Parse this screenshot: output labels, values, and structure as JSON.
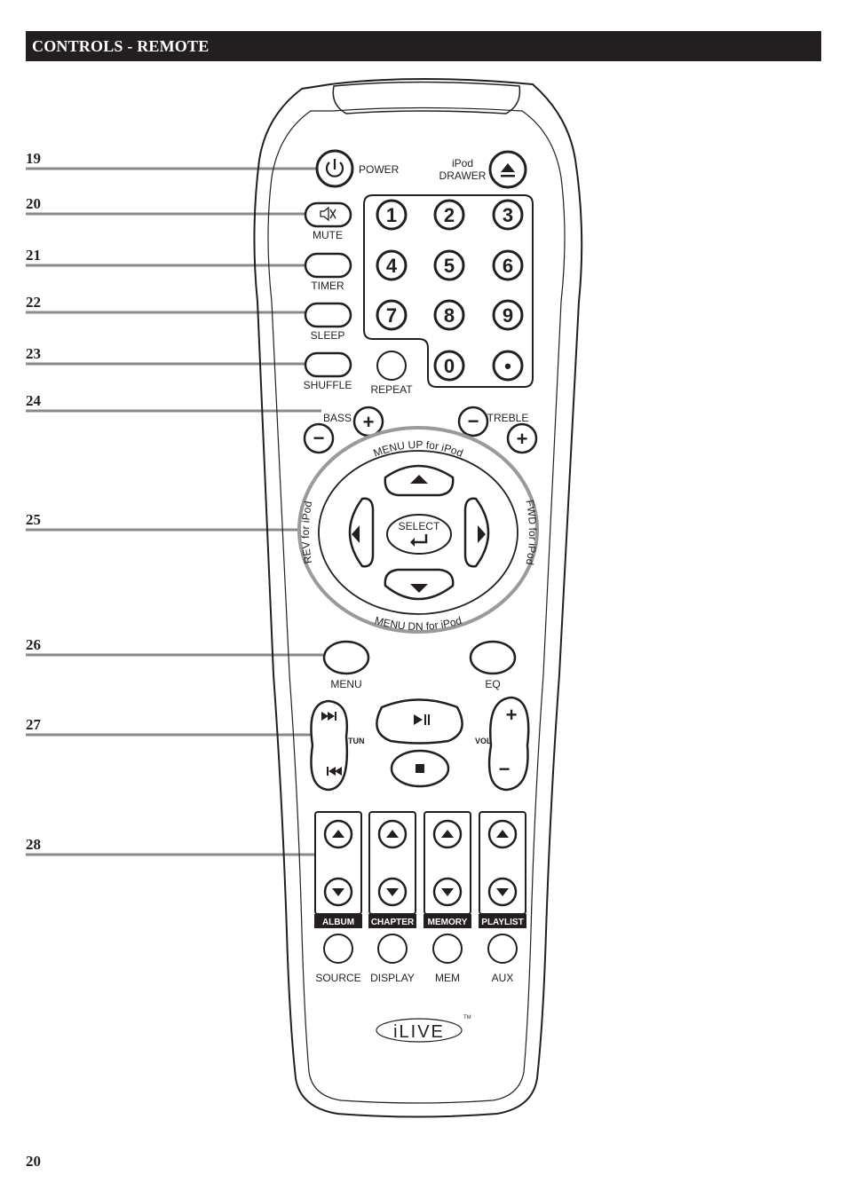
{
  "header": {
    "title": "CONTROLS - REMOTE"
  },
  "callouts": [
    "19",
    "20",
    "21",
    "22",
    "23",
    "24",
    "25",
    "26",
    "27",
    "28"
  ],
  "page_number": "20",
  "remote": {
    "power_label": "POWER",
    "ipod_drawer_label_1": "iPod",
    "ipod_drawer_label_2": "DRAWER",
    "mute_label": "MUTE",
    "timer_label": "TIMER",
    "sleep_label": "SLEEP",
    "shuffle_label": "SHUFFLE",
    "repeat_label": "REPEAT",
    "keypad": [
      "1",
      "2",
      "3",
      "4",
      "5",
      "6",
      "7",
      "8",
      "9",
      "0",
      "•"
    ],
    "bass_label": "BASS",
    "treble_label": "TREBLE",
    "plus": "+",
    "minus": "−",
    "nav_up_label": "MENU UP for iPod",
    "nav_down_label": "MENU DN for iPod",
    "nav_left_label": "REV for iPod",
    "nav_right_label": "FWD for iPod",
    "select_label": "SELECT",
    "menu_label": "MENU",
    "eq_label": "EQ",
    "tun_label": "TUN",
    "vol_label": "VOL",
    "group_labels": [
      "ALBUM",
      "CHAPTER",
      "MEMORY",
      "PLAYLIST"
    ],
    "bottom_labels": [
      "SOURCE",
      "DISPLAY",
      "MEM",
      "AUX"
    ],
    "brand": "iLIVE",
    "tm": "TM"
  }
}
